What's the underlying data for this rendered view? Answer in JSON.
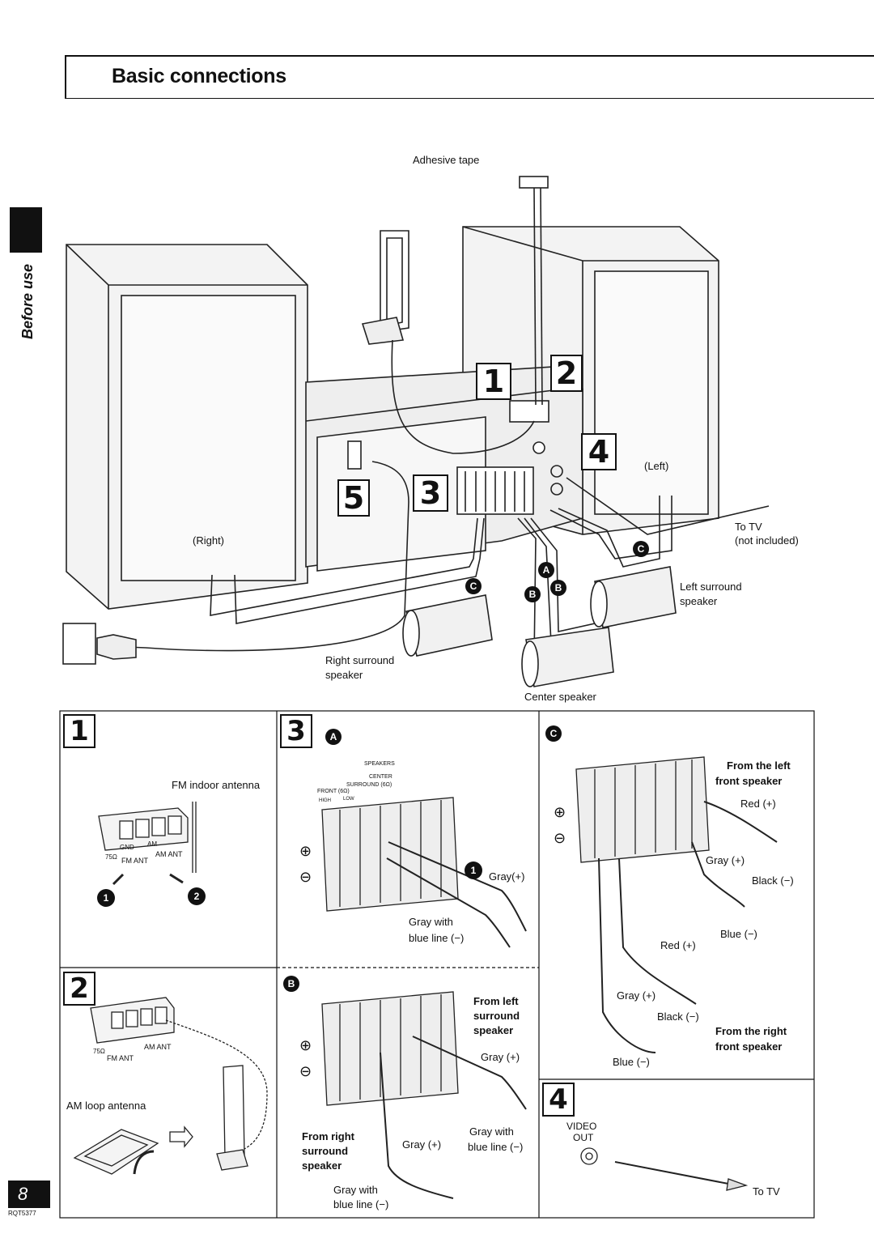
{
  "header": {
    "title": "Basic connections"
  },
  "side_tab": {
    "text": "Before use"
  },
  "main_diagram": {
    "adhesive_tape": "Adhesive tape",
    "step_numbers": [
      "1",
      "2",
      "3",
      "4",
      "5"
    ],
    "left_label": "(Left)",
    "right_label": "(Right)",
    "to_tv": "To TV",
    "not_included": "(not included)",
    "left_surround_1": "Left surround",
    "left_surround_2": "speaker",
    "right_surround_1": "Right surround",
    "right_surround_2": "speaker",
    "center_speaker": "Center speaker",
    "markers": {
      "a": "A",
      "b": "B",
      "c": "C"
    }
  },
  "panel1": {
    "number": "1",
    "fm_antenna": "FM indoor antenna",
    "terminal_labels": [
      "75Ω",
      "GND",
      "AM",
      "FM ANT",
      "AM ANT"
    ],
    "steps": [
      "1",
      "2"
    ]
  },
  "panel2": {
    "number": "2",
    "am_loop": "AM loop antenna",
    "terminal_labels": [
      "75Ω",
      "FM ANT",
      "AM ANT"
    ]
  },
  "panel3": {
    "number": "3",
    "marker_a": "A",
    "marker_b": "B",
    "marker_c": "C",
    "speakers_heading": "SPEAKERS",
    "center": "CENTER",
    "front_6": "FRONT (6Ω)",
    "surround_6": "SURROUND (6Ω)",
    "high": "HIGH",
    "low": "LOW",
    "plus": "⊕",
    "minus": "⊖",
    "a_gray_plus": "Gray(+)",
    "a_gray_with": "Gray with",
    "a_blue_line": "blue line (−)",
    "b_from_left_1": "From left",
    "b_from_left_2": "surround",
    "b_from_left_3": "speaker",
    "b_gray_plus_1": "Gray (+)",
    "b_gray_with_1": "Gray with",
    "b_blue_line_1": "blue line (−)",
    "b_from_right_1": "From right",
    "b_from_right_2": "surround",
    "b_from_right_3": "speaker",
    "b_gray_plus_2": "Gray (+)",
    "b_gray_with_2": "Gray with",
    "b_blue_line_2": "blue line (−)",
    "c_from_left_1": "From the left",
    "c_from_left_2": "front speaker",
    "c_red_plus_1": "Red (+)",
    "c_gray_plus_1": "Gray (+)",
    "c_black_minus_1": "Black (−)",
    "c_blue_minus_1": "Blue (−)",
    "c_red_plus_2": "Red (+)",
    "c_gray_plus_2": "Gray (+)",
    "c_black_minus_2": "Black (−)",
    "c_blue_minus_2": "Blue (−)",
    "c_from_right_1": "From the right",
    "c_from_right_2": "front speaker"
  },
  "panel4": {
    "number": "4",
    "video": "VIDEO",
    "out": "OUT",
    "to_tv": "To TV"
  },
  "footer": {
    "page_number": "8",
    "doc_code": "RQT5377"
  }
}
